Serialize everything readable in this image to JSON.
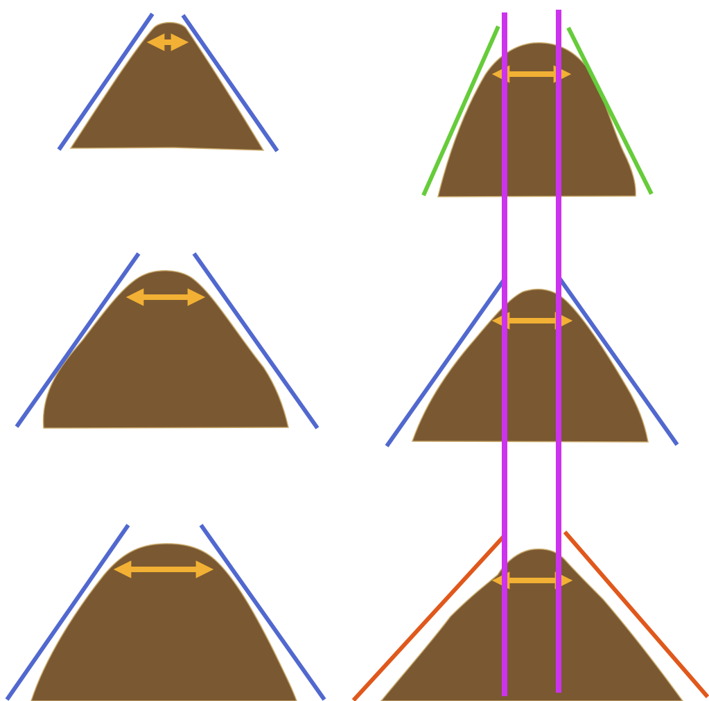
{
  "colors": {
    "background": "#ffffff",
    "mound_fill": "#7a5832",
    "mound_outline": "#c9a96a",
    "width_arrow": "#f2b134",
    "slope_blue": "#5168cf",
    "slope_green": "#66cc3a",
    "slope_orange": "#e0581c",
    "guide_magenta": "#cc33ee"
  },
  "mounds": [
    {
      "id": "left-top",
      "slope_color": "slope_blue"
    },
    {
      "id": "left-middle",
      "slope_color": "slope_blue"
    },
    {
      "id": "left-bottom",
      "slope_color": "slope_blue"
    },
    {
      "id": "right-top",
      "slope_color": "slope_green"
    },
    {
      "id": "right-middle",
      "slope_color": "slope_blue"
    },
    {
      "id": "right-bottom",
      "slope_color": "slope_orange"
    }
  ],
  "guides": [
    {
      "id": "guide-left",
      "color": "guide_magenta"
    },
    {
      "id": "guide-right",
      "color": "guide_magenta"
    }
  ]
}
